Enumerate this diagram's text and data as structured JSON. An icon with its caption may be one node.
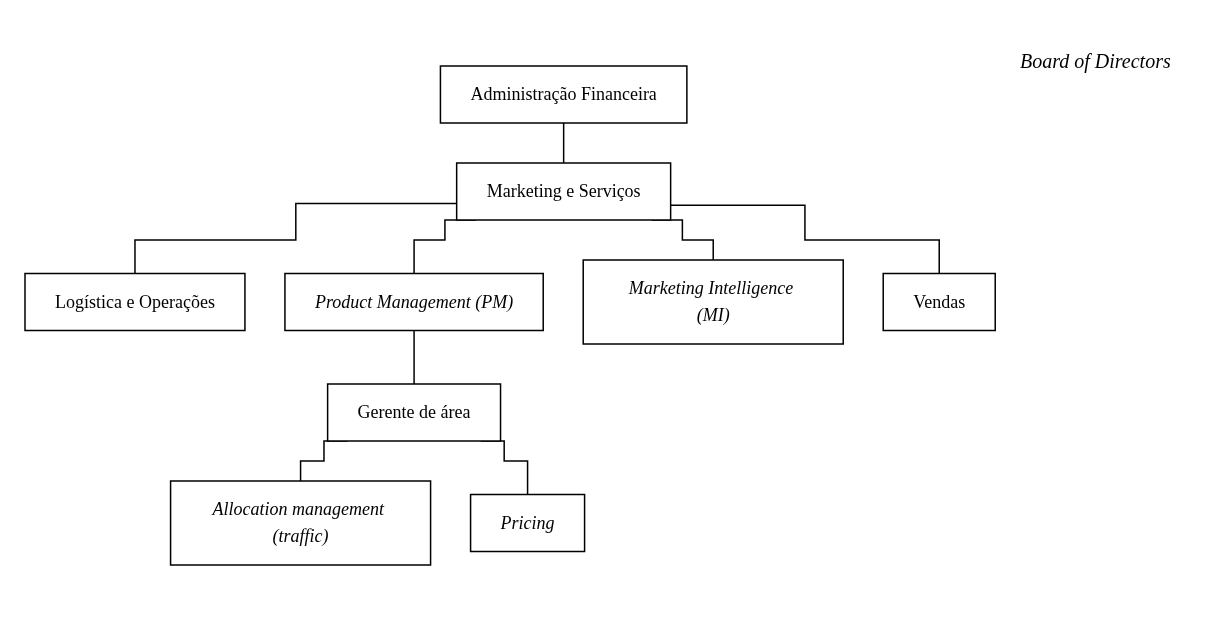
{
  "diagram": {
    "nodes": [
      {
        "text": [
          "Administração Financeira"
        ]
      },
      {
        "text": [
          "Marketing e Serviços"
        ]
      },
      {
        "text": [
          "Logística e Operações"
        ]
      },
      {
        "text": [
          "Product Management (PM)"
        ]
      },
      {
        "text": [
          "Marketing Intelligence (MI)"
        ]
      },
      {
        "text": [
          "Vendas"
        ]
      },
      {
        "text": [
          "Gerente de área"
        ]
      },
      {
        "text": [
          "Allocation management (traffic)"
        ]
      },
      {
        "text": [
          "Pricing"
        ]
      }
    ],
    "edges": [
      {
        "from": 0,
        "to": 1,
        "arrow": "none"
      },
      {
        "from": 1,
        "to": 2,
        "arrow": "none"
      },
      {
        "from": 1,
        "to": 3,
        "arrow": "none"
      },
      {
        "from": 1,
        "to": 4,
        "arrow": "none"
      },
      {
        "from": 1,
        "to": 5,
        "arrow": "none"
      },
      {
        "from": 3,
        "to": 6,
        "arrow": "none"
      },
      {
        "from": 6,
        "to": 7,
        "arrow": "none"
      },
      {
        "from": 6,
        "to": 8,
        "arrow": "none"
      }
    ],
    "labels": [
      "Board of Directors"
    ]
  }
}
